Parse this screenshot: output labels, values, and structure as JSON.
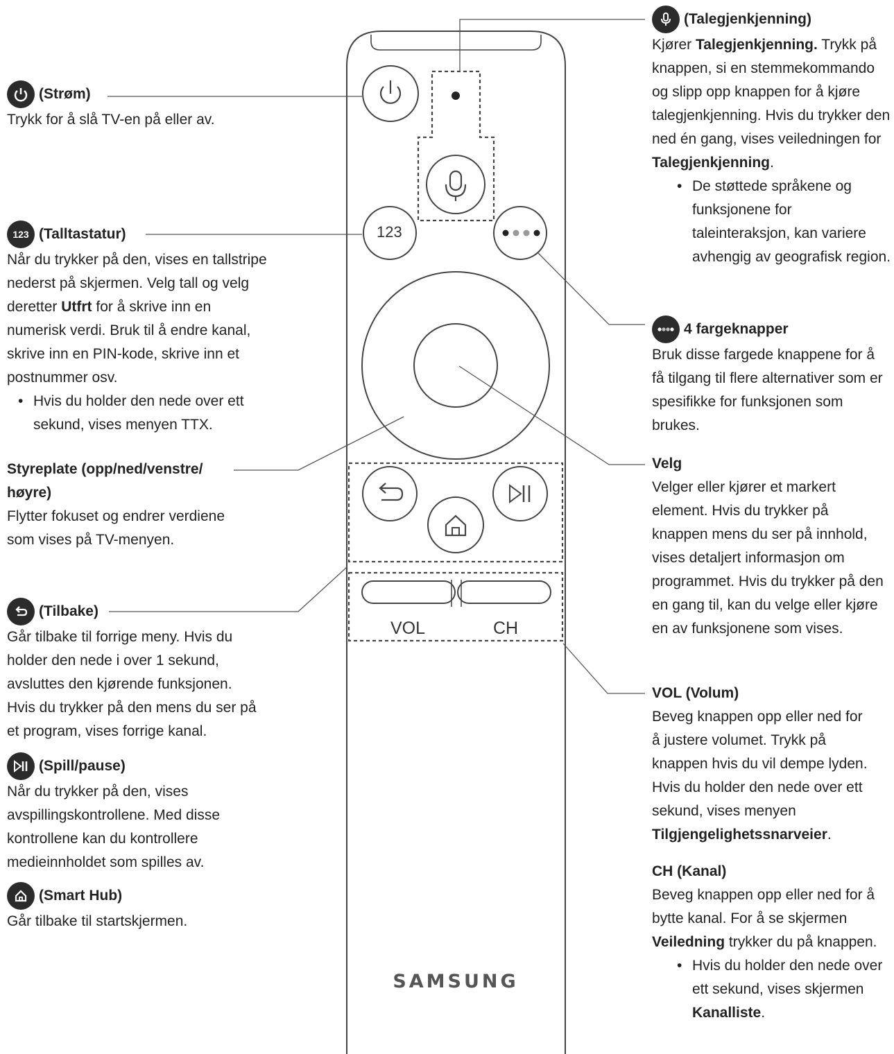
{
  "brand_logo": "SAMSUNG",
  "remote_labels": {
    "num": "123",
    "vol": "VOL",
    "ch": "CH"
  },
  "left": {
    "power": {
      "title": "(Strøm)",
      "desc": "Trykk for å slå TV-en på eller av."
    },
    "numpad": {
      "icon_text": "123",
      "title": "(Talltastatur)",
      "desc_1": "Når du trykker på den, vises en tallstripe nederst på skjermen. Velg tall og velg deretter ",
      "desc_bold": "Utfrt",
      "desc_2": " for å skrive inn en numerisk verdi. Bruk til å endre kanal, skrive inn en PIN-kode, skrive inn et postnummer osv.",
      "bullet": "Hvis du holder den nede over ett sekund, vises menyen TTX."
    },
    "dpad": {
      "title": "Styreplate (opp/ned/venstre/ høyre)",
      "desc": "Flytter fokuset og endrer verdiene som vises på TV-menyen."
    },
    "back": {
      "title": "(Tilbake)",
      "desc": "Går tilbake til forrige meny. Hvis du holder den nede i over 1 sekund, avsluttes den kjørende funksjonen. Hvis du trykker på den mens du ser på et program, vises forrige kanal."
    },
    "playpause": {
      "title": "(Spill/pause)",
      "desc": "Når du trykker på den, vises avspillingskontrollene. Med disse kontrollene kan du kontrollere medieinnholdet som spilles av."
    },
    "smarthub": {
      "title": "(Smart Hub)",
      "desc": "Går tilbake til startskjermen."
    }
  },
  "right": {
    "voice": {
      "title": "(Talegjenkjenning)",
      "d1": "Kjører ",
      "b1": "Talegjenkjenning.",
      "d2": " Trykk på knappen, si en stemmekommando og slipp opp knappen for å kjøre talegjenkjenning. Hvis du trykker den ned én gang, vises veiledningen for ",
      "b2": "Talegjenkjenning",
      "d3": ".",
      "bullet": "De støttede språkene og funksjonene for taleinteraksjon, kan variere avhengig av geografisk region."
    },
    "color": {
      "title": "4 fargeknapper",
      "desc": "Bruk disse fargede knappene for å få tilgang til flere alternativer som er spesifikke for funksjonen som brukes."
    },
    "select": {
      "title": "Velg",
      "desc": "Velger eller kjører et markert element. Hvis du trykker på knappen mens du ser på innhold, vises detaljert informasjon om programmet. Hvis du trykker på den en gang til, kan du velge eller kjøre en av funksjonene som vises."
    },
    "vol": {
      "title": "VOL (Volum)",
      "d1": "Beveg knappen opp eller ned for å justere volumet. Trykk på knappen hvis du vil dempe lyden. Hvis du holder den nede over ett sekund, vises menyen ",
      "b1": "Tilgjengelighetssnarveier",
      "d2": "."
    },
    "ch": {
      "title": "CH (Kanal)",
      "d1": "Beveg knappen opp eller ned for å bytte kanal. For å se skjermen ",
      "b1": "Veiledning",
      "d2": " trykker du på knappen.",
      "bullet_1": "Hvis du holder den nede over ett sekund, vises skjermen ",
      "bullet_b": "Kanalliste",
      "bullet_2": "."
    }
  }
}
